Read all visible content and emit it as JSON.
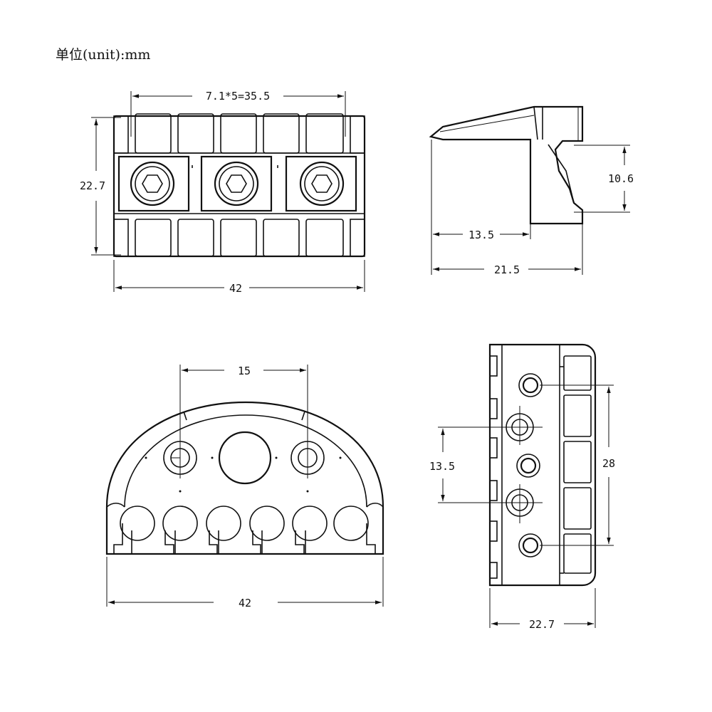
{
  "unit_label": "单位(unit):mm",
  "views": {
    "top": {
      "pitch_label": "7.1*5=35.5",
      "height_label": "22.7",
      "width_label": "42"
    },
    "side": {
      "slot_label": "10.6",
      "inner_label": "13.5",
      "depth_label": "21.5"
    },
    "front": {
      "spacing_label": "15",
      "width_label": "42"
    },
    "back": {
      "spacing_label": "13.5",
      "span_label": "28",
      "width_label": "22.7"
    }
  }
}
